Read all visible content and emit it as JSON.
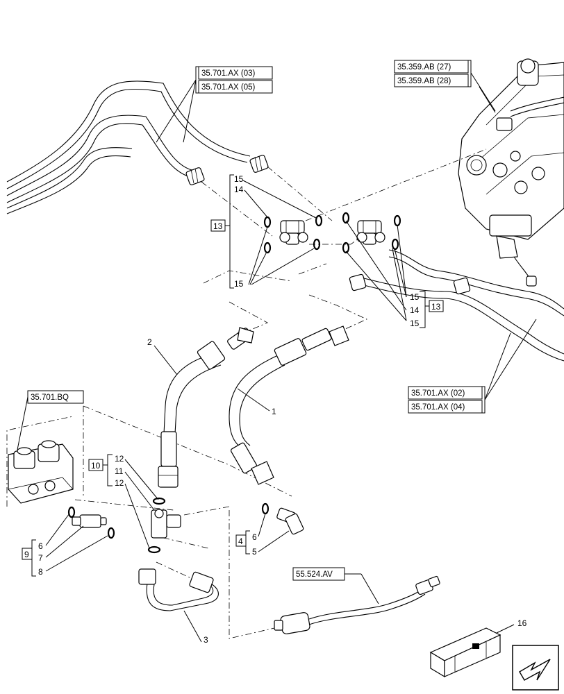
{
  "references": {
    "r_701ax03": "35.701.AX (03)",
    "r_701ax05": "35.701.AX (05)",
    "r_359ab27": "35.359.AB (27)",
    "r_359ab28": "35.359.AB (28)",
    "r_701ax02": "35.701.AX (02)",
    "r_701ax04": "35.701.AX (04)",
    "r_701bq": "35.701.BQ",
    "r_524av": "55.524.AV"
  },
  "groups": {
    "g13_left": "13",
    "g13_right": "13",
    "g10": "10",
    "g9": "9",
    "g4": "4"
  },
  "callouts": {
    "left15_top": "15",
    "left14": "14",
    "left15_bottom": "15",
    "right15_top": "15",
    "right14": "14",
    "right15_bottom": "15",
    "hose2": "2",
    "hose1": "1",
    "g10_12a": "12",
    "g10_11": "11",
    "g10_12b": "12",
    "g9_6": "6",
    "g9_7": "7",
    "g9_8": "8",
    "g4_6": "6",
    "g4_5": "5",
    "pipe3": "3",
    "kit16": "16"
  },
  "icons": {
    "nav": "arrow-left-down-icon"
  }
}
